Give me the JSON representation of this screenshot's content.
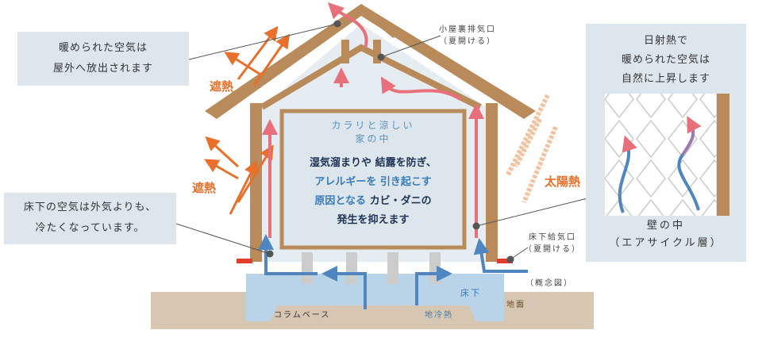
{
  "callouts": {
    "roof_air": [
      "暖められた空気は",
      "屋外へ放出されます"
    ],
    "under_floor_air": [
      "床下の空気は外気よりも、",
      "冷たくなっています。"
    ],
    "solar": [
      "日射熱で",
      "暖められた空気は",
      "自然に上昇します"
    ],
    "wall_inside": [
      "壁の中",
      "（エアサイクル層）"
    ]
  },
  "labels": {
    "heat_shield_1": "遮熱",
    "heat_shield_2": "遮熱",
    "solar_heat": "太陽熱",
    "attic_vent": [
      "小屋裏排気口",
      "（夏開ける）"
    ],
    "floor_vent": [
      "床下給気口",
      "（夏開ける）"
    ],
    "concept": "（概念図）",
    "under_floor": "床下",
    "ground": "地面",
    "column_base": "コラムベース",
    "ground_cool": "地冷熱"
  },
  "interior": {
    "title": [
      "カラリと涼しい",
      "家の中"
    ],
    "lines": [
      [
        {
          "t": "湿気溜まりや 結露を防ぎ、",
          "c": "navy"
        }
      ],
      [
        {
          "t": "アレルギーを 引き起こす",
          "c": "blue"
        }
      ],
      [
        {
          "t": "原因となる ",
          "c": "blue"
        },
        {
          "t": "カビ・ダニの",
          "c": "navy"
        }
      ],
      [
        {
          "t": "発生を抑えます",
          "c": "navy"
        }
      ]
    ]
  },
  "colors": {
    "wood": "#b98a5a",
    "orange": "#e8702a",
    "blue": "#4f86bf",
    "pink": "#e8707a",
    "panel": "#dde6ec",
    "ground": "#d6c6b2"
  }
}
